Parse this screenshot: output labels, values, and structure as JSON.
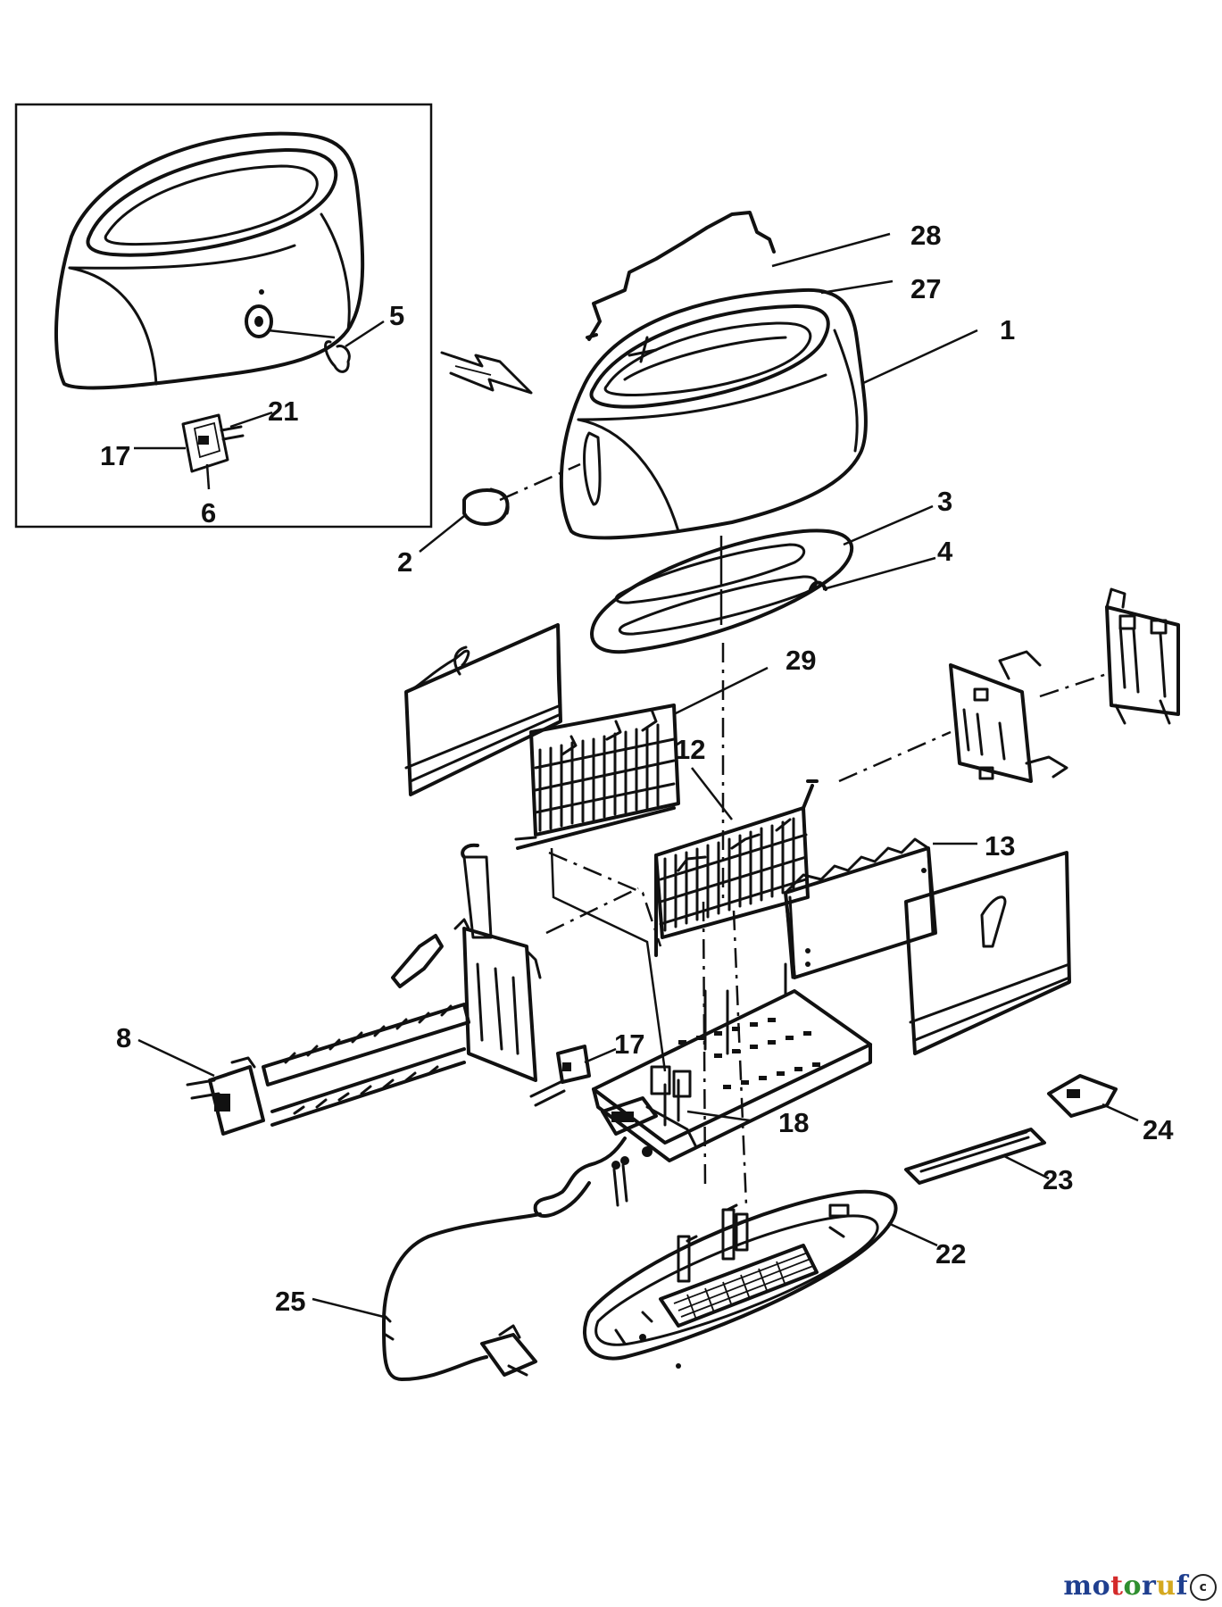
{
  "labels": {
    "p1": "1",
    "p2": "2",
    "p3": "3",
    "p4": "4",
    "p5": "5",
    "p6": "6",
    "p8": "8",
    "p12": "12",
    "p13": "13",
    "p17_inset": "17",
    "p17": "17",
    "p18": "18",
    "p21": "21",
    "p22": "22",
    "p23": "23",
    "p24": "24",
    "p25": "25",
    "p27": "27",
    "p28": "28",
    "p29": "29"
  },
  "watermark": {
    "letters": [
      "m",
      "o",
      "t",
      "o",
      "r",
      "u",
      "f"
    ],
    "colors": [
      "#1f3f8f",
      "#1f3f8f",
      "#d42a2a",
      "#2f8f2f",
      "#1f3f8f",
      "#d4a81f",
      "#1f3f8f"
    ],
    "copyright": "c"
  }
}
